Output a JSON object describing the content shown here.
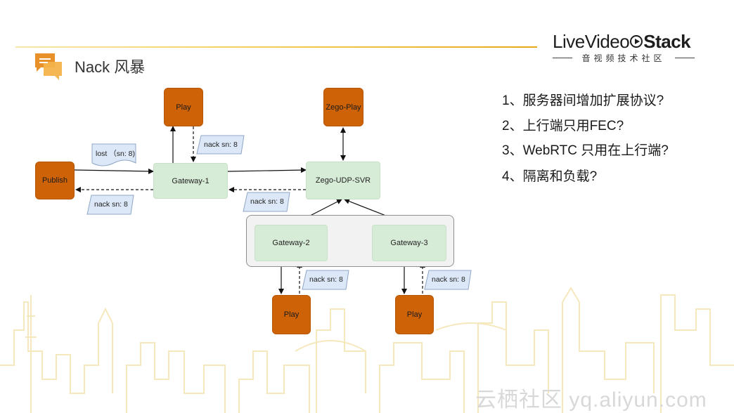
{
  "slide": {
    "title": "Nack 风暴",
    "logo": {
      "brand_light": "LiveVideo",
      "brand_bold": "Stack",
      "tagline": "音视频技术社区"
    },
    "watermark": "云栖社区 yq.aliyun.com"
  },
  "diagram": {
    "nodes": {
      "play_top": "Play",
      "zego_play": "Zego-Play",
      "publish": "Publish",
      "gateway1": "Gateway-1",
      "zego_udp": "Zego-UDP-SVR",
      "gateway2": "Gateway-2",
      "gateway3": "Gateway-3",
      "play_bottom_left": "Play",
      "play_bottom_right": "Play"
    },
    "notes": {
      "lost": "lost （sn: 8)",
      "nack_top": "nack sn: 8",
      "nack_publish": "nack sn: 8",
      "nack_udp": "nack sn: 8",
      "nack_gw2": "nack sn: 8",
      "nack_gw3": "nack sn: 8"
    }
  },
  "bullets": [
    "1、服务器间增加扩展协议?",
    "2、上行端只用FEC?",
    "3、WebRTC 只用在上行端?",
    "4、隔离和负载?"
  ],
  "colors": {
    "accent_orange": "#cd6207",
    "node_green": "#d7ecd7",
    "note_blue": "#dce8f7",
    "title_icon": "#e8902a"
  }
}
